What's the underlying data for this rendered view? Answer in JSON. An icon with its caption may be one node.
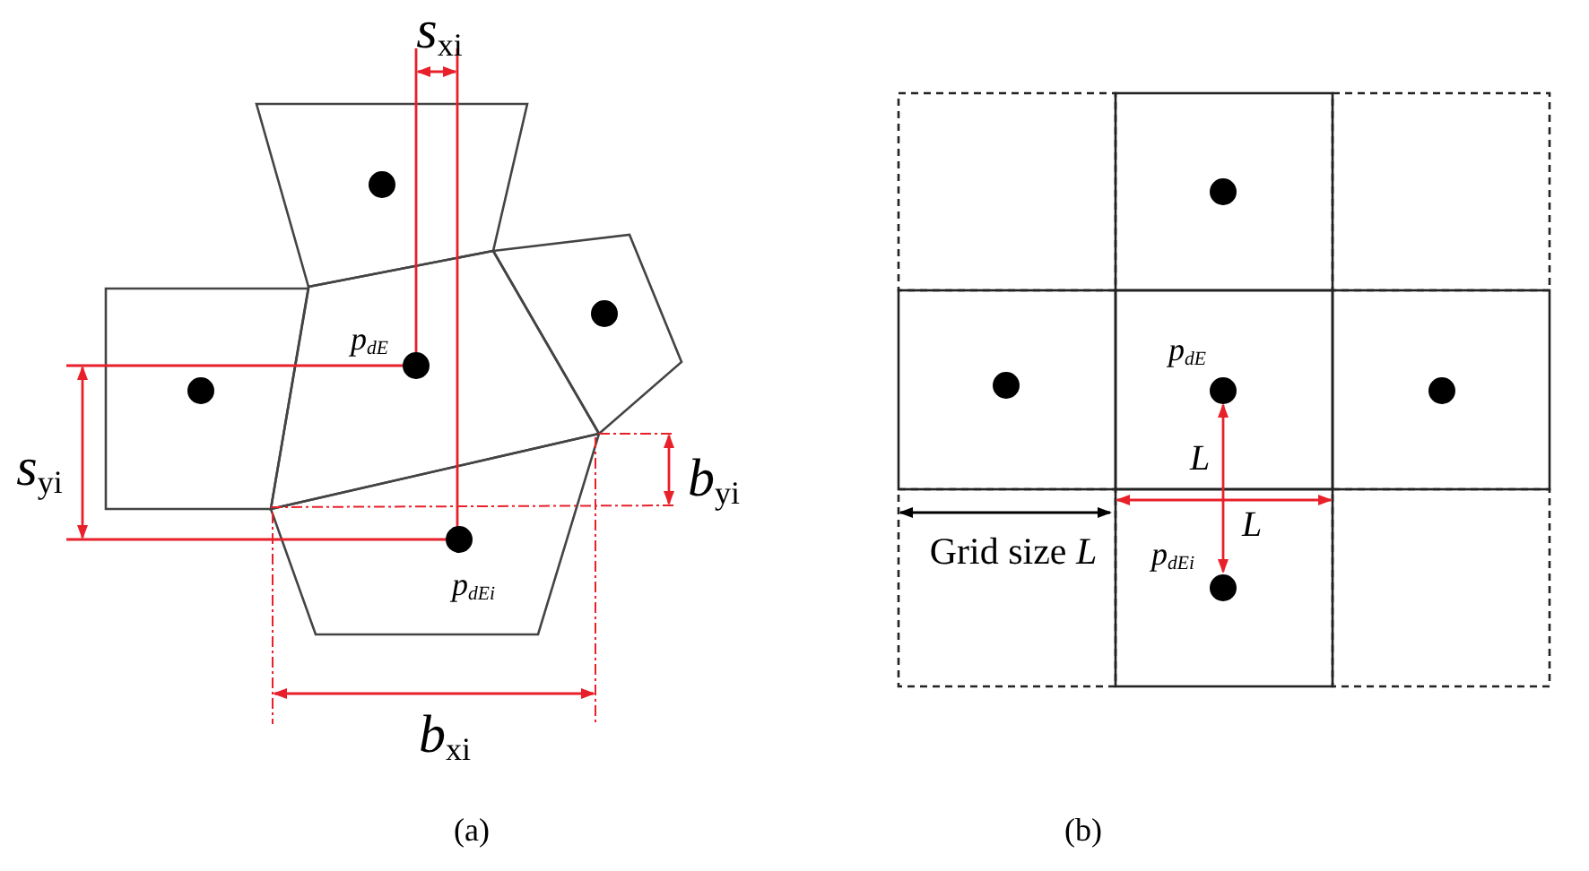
{
  "diagram": {
    "labels": [
      "*s*$_{xi}$",
      "p$_{dE}$",
      "*s*$_{yi}$",
      "*b*$_{yi}$",
      "p$_{dEi}$",
      "*b*$_{xi}$",
      "(a)",
      "p$_{dE}$",
      "L",
      "Grid size *L*",
      "L",
      "p$_{dEi}$",
      "(b)"
    ]
  }
}
